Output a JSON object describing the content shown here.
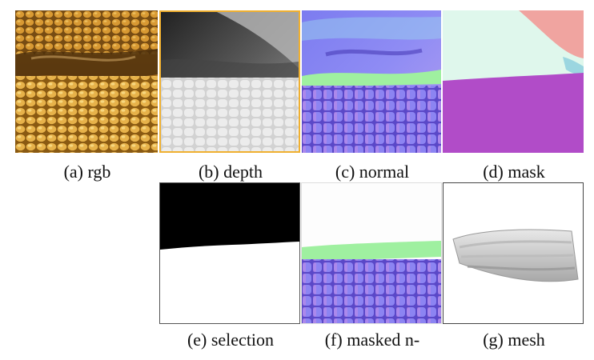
{
  "figure": {
    "panels": [
      {
        "id": "a",
        "label": "(a) rgb"
      },
      {
        "id": "b",
        "label": "(b) depth"
      },
      {
        "id": "c",
        "label": "(c) normal"
      },
      {
        "id": "d",
        "label": "(d) mask"
      },
      {
        "id": "e",
        "label": "(e) selection"
      },
      {
        "id": "f",
        "label": "(f) masked n-"
      },
      {
        "id": "g",
        "label": "(g) mesh"
      }
    ],
    "colors": {
      "depth_border": "#f0b030",
      "mask_mint": "#dff7ec",
      "mask_salmon": "#f0a4a0",
      "mask_purple": "#b14cc8",
      "normal_blue": "#7f84f0",
      "normal_green": "#9ff0a0"
    }
  }
}
